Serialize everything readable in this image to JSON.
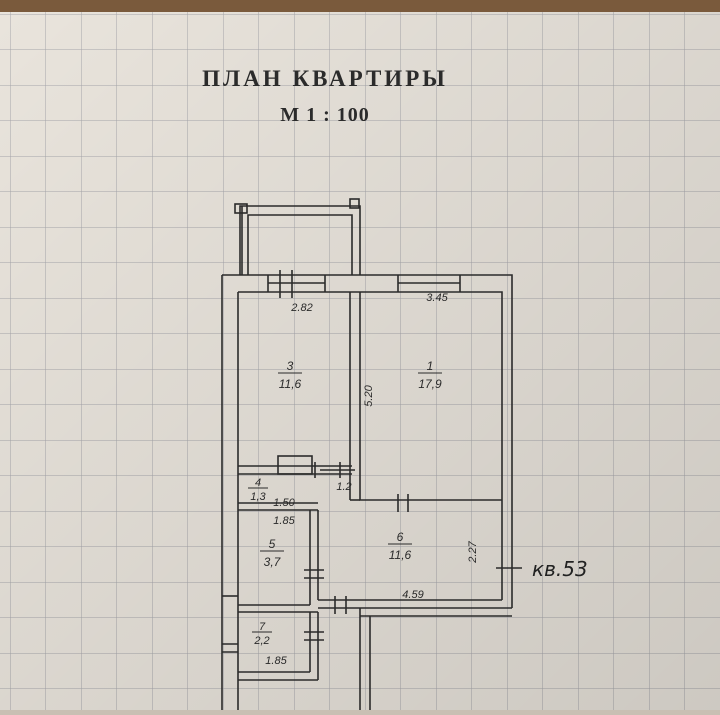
{
  "title": "ПЛАН КВАРТИРЫ",
  "scale": "М 1 : 100",
  "apartment_label": "кв.53",
  "rooms": [
    {
      "number": "1",
      "area": "17,9"
    },
    {
      "number": "3",
      "area": "11,6"
    },
    {
      "number": "4",
      "area": "1,3"
    },
    {
      "number": "5",
      "area": "3,7"
    },
    {
      "number": "6",
      "area": "11,6"
    },
    {
      "number": "7",
      "area": "2,2"
    }
  ],
  "dimensions": {
    "room3_width": "2.82",
    "room1_width": "3.45",
    "room1_length": "5.20",
    "room4_width": "1.50",
    "door_12": "1.2",
    "room5_width": "1.85",
    "room6_width": "2.27",
    "room6_length": "4.59",
    "room7_width": "1.85"
  },
  "colors": {
    "paper": "#e9e4dc",
    "grid": "#a9a9ad",
    "ink": "#2b2b2b",
    "wood": "#7a5a3c"
  }
}
